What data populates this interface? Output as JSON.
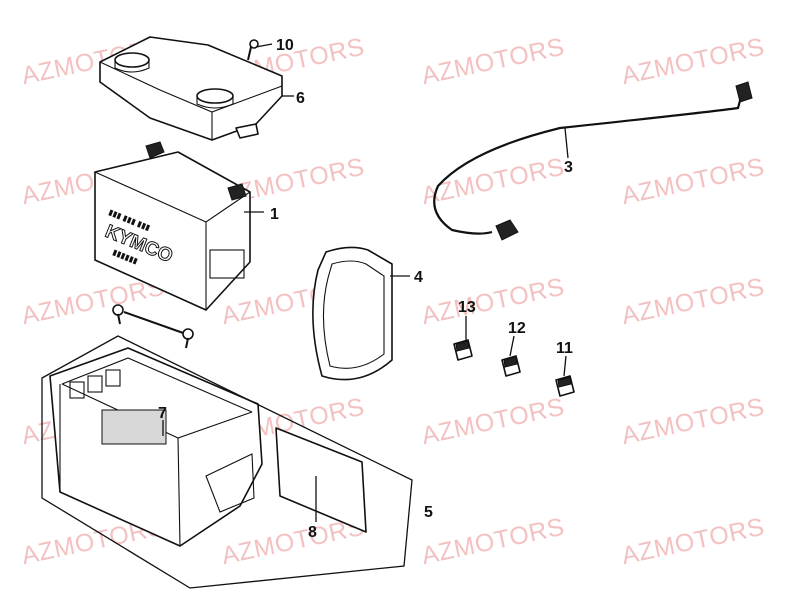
{
  "diagram": {
    "watermark_text": "AZMOTORS",
    "callouts": {
      "battery": "1",
      "cable": "3",
      "seal": "4",
      "battery_box": "5",
      "battery_cover": "6",
      "pad": "7",
      "sheet": "8",
      "screw": "10",
      "fuse_11": "11",
      "fuse_12": "12",
      "fuse_13": "13"
    },
    "battery_logo": "KYMCO"
  }
}
